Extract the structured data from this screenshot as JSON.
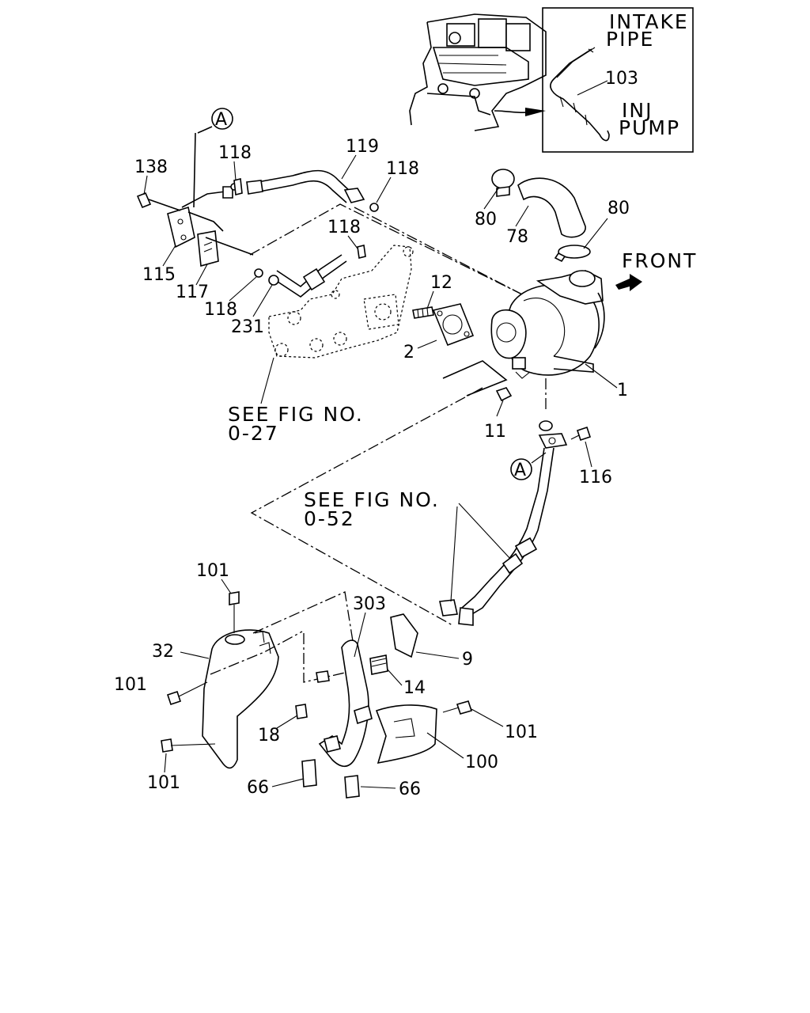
{
  "diagram": {
    "labels": {
      "p1": "1",
      "p2": "2",
      "p9": "9",
      "p11": "11",
      "p12": "12",
      "p14": "14",
      "p18": "18",
      "p32": "32",
      "p66a": "66",
      "p66b": "66",
      "p78": "78",
      "p80a": "80",
      "p80b": "80",
      "p100": "100",
      "p101a": "101",
      "p101b": "101",
      "p101c": "101",
      "p101d": "101",
      "p103": "103",
      "p115": "115",
      "p116": "116",
      "p117": "117",
      "p118a": "118",
      "p118b": "118",
      "p118c": "118",
      "p118d": "118",
      "p119": "119",
      "p138": "138",
      "p231": "231",
      "p303": "303"
    },
    "callouts": {
      "a1": "A",
      "a2": "A"
    },
    "notes": {
      "intake_line1": "INTAKE",
      "intake_line2": "PIPE",
      "inj_line1": "INJ",
      "inj_line2": "PUMP",
      "front": "FRONT",
      "see1_line1": "SEE FIG NO.",
      "see1_line2": "0-27",
      "see2_line1": "SEE FIG NO.",
      "see2_line2": "0-52"
    }
  }
}
